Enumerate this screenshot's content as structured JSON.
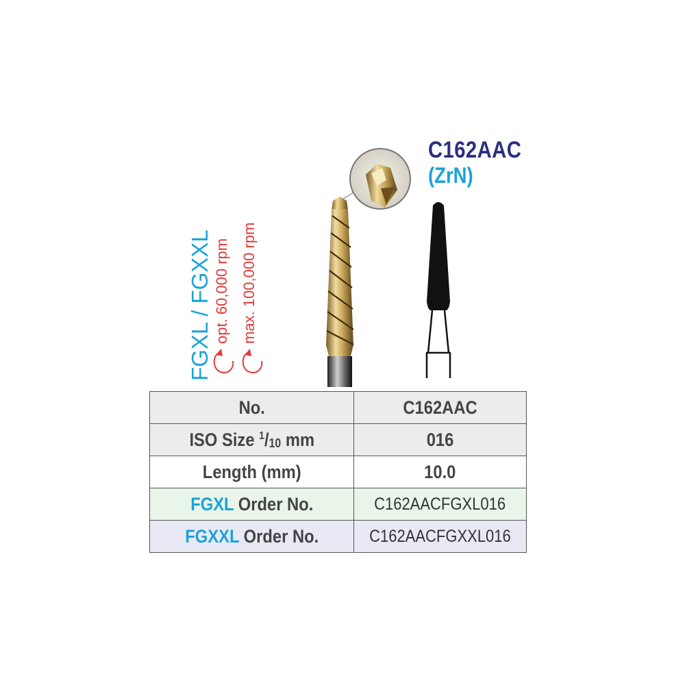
{
  "header": {
    "product_code": "C162AAC",
    "coating": "(ZrN)"
  },
  "labels": {
    "shank": "FGXL / FGXXL",
    "opt_speed": "opt. 60,000 rpm",
    "max_speed": "max. 100,000 rpm"
  },
  "table": {
    "rows": {
      "no": {
        "label": "No.",
        "value": "C162AAC"
      },
      "iso": {
        "label_main": "ISO Size ",
        "label_sup": "1",
        "label_frac": "/",
        "label_sub": "10",
        "label_unit": " mm",
        "value": "016"
      },
      "length": {
        "label": "Length (mm)",
        "value": "10.0"
      },
      "fgxl": {
        "label_prefix": "FGXL",
        "label_suffix": " Order No.",
        "value": "C162AACFGXL016"
      },
      "fgxxl": {
        "label_prefix": "FGXXL",
        "label_suffix": " Order No.",
        "value": "C162AACFGXXL016"
      }
    }
  },
  "colors": {
    "navy": "#2b2f7c",
    "cyan": "#1aa3d9",
    "red": "#e23a3a",
    "gold": "#c9a85a"
  }
}
